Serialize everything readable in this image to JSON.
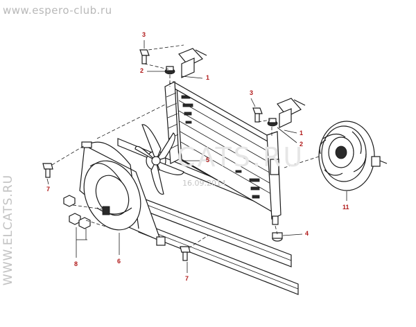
{
  "watermarks": {
    "top": "www.espero-club.ru",
    "side": "WWW.ELCATS.RU",
    "center": "CATS.RU",
    "date": "16.09.2014"
  },
  "callouts": [
    {
      "id": "c3a",
      "text": "3"
    },
    {
      "id": "c2a",
      "text": "2"
    },
    {
      "id": "c1a",
      "text": "1"
    },
    {
      "id": "c3b",
      "text": "3"
    },
    {
      "id": "c1b",
      "text": "1"
    },
    {
      "id": "c2b",
      "text": "2"
    },
    {
      "id": "c5",
      "text": "5"
    },
    {
      "id": "c7a",
      "text": "7"
    },
    {
      "id": "c11",
      "text": "11"
    },
    {
      "id": "c4",
      "text": "4"
    },
    {
      "id": "c8",
      "text": "8"
    },
    {
      "id": "c6",
      "text": "6"
    },
    {
      "id": "c7b",
      "text": "7"
    }
  ],
  "colors": {
    "callout": "#b01818",
    "line": "#1a1a1a",
    "watermark": "#b8b8b8"
  }
}
